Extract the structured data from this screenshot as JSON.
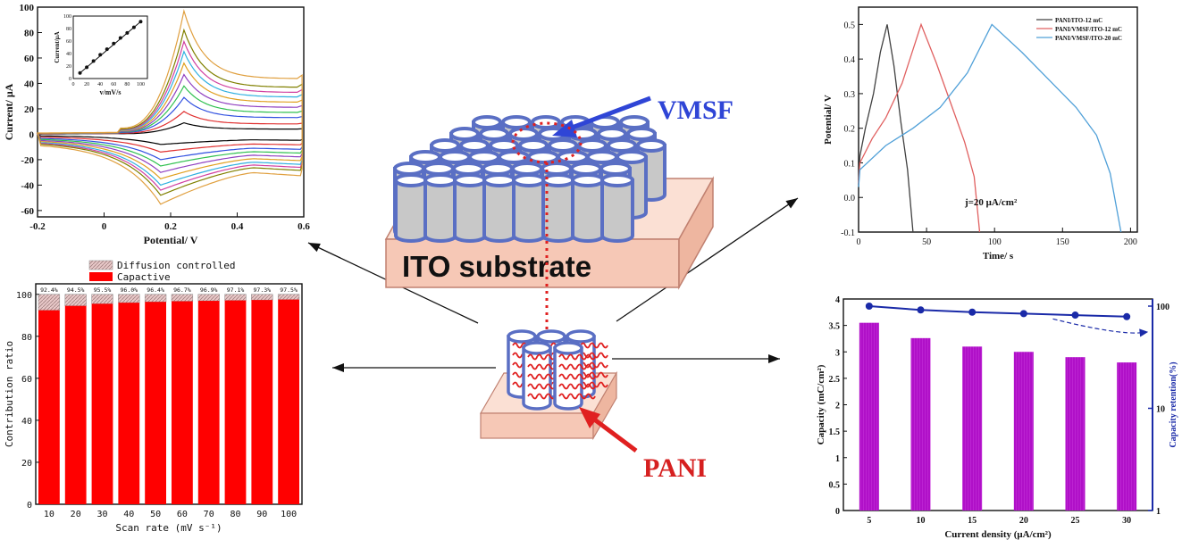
{
  "colors": {
    "cylinder_fill": "#c8c8c8",
    "cylinder_stroke": "#5a6fc4",
    "substrate": "#f6c8b6",
    "vmsf_text": "#2f45d6",
    "pani_text": "#d62020",
    "bar_red": "#ff0000",
    "bar_magenta": "#b010c8",
    "retention_line": "#1a2aa8",
    "gcd_series": [
      "#404040",
      "#e06060",
      "#50a0d8"
    ]
  },
  "center": {
    "vmsf_label": "VMSF",
    "ito_label": "ITO substrate",
    "pani_label": "PANI"
  },
  "chart_data": [
    {
      "id": "cv",
      "type": "line",
      "xlabel": "Potential/ V",
      "ylabel": "Current/ μA",
      "xlim": [
        -0.2,
        0.6
      ],
      "ylim": [
        -65,
        100
      ],
      "xticks": [
        -0.2,
        0,
        0.2,
        0.4,
        0.6
      ],
      "yticks": [
        -60,
        -40,
        -20,
        0,
        20,
        40,
        60,
        80,
        100
      ],
      "num_curves": 10,
      "peak_anodic": [
        9,
        18,
        29,
        38,
        47,
        56,
        65,
        73,
        82,
        97
      ],
      "peak_cathodic": [
        -8,
        -14,
        -20,
        -25,
        -30,
        -35,
        -40,
        -44,
        -48,
        -55
      ],
      "colors": [
        "#000000",
        "#e03030",
        "#3050e0",
        "#30c050",
        "#9040c0",
        "#e0a020",
        "#30b0e0",
        "#d040a0",
        "#808000",
        "#e0a040"
      ],
      "inset": {
        "type": "scatter",
        "xlabel": "v/mV/s",
        "ylabel": "Current/μA",
        "xlim": [
          0,
          110
        ],
        "ylim": [
          0,
          100
        ],
        "xticks": [
          0,
          20,
          40,
          60,
          80,
          100
        ],
        "yticks": [
          0,
          20,
          40,
          60,
          80,
          100
        ],
        "x": [
          10,
          20,
          30,
          40,
          50,
          60,
          70,
          80,
          90,
          100
        ],
        "y": [
          9,
          18,
          28,
          38,
          47,
          56,
          65,
          73,
          82,
          91
        ]
      }
    },
    {
      "id": "gcd",
      "type": "line",
      "xlabel": "Time/ s",
      "ylabel": "Potential/ V",
      "xlim": [
        0,
        205
      ],
      "ylim": [
        -0.1,
        0.55
      ],
      "xticks": [
        0,
        50,
        100,
        150,
        200
      ],
      "yticks": [
        -0.1,
        0.0,
        0.1,
        0.2,
        0.3,
        0.4,
        0.5
      ],
      "annotation": "j=20 μA/cm²",
      "legend_position": "top-right",
      "series": [
        {
          "name": "PANI/ITO-12 mC",
          "x": [
            0,
            1,
            5,
            11,
            16,
            21,
            26,
            31,
            36,
            40
          ],
          "y": [
            0.05,
            0.12,
            0.2,
            0.3,
            0.42,
            0.5,
            0.38,
            0.22,
            0.08,
            -0.1
          ]
        },
        {
          "name": "PANI/VMSF/ITO-12 mC",
          "x": [
            0,
            1,
            10,
            20,
            32,
            46,
            57,
            68,
            78,
            85,
            89
          ],
          "y": [
            0.04,
            0.1,
            0.17,
            0.23,
            0.33,
            0.5,
            0.39,
            0.27,
            0.16,
            0.06,
            -0.1
          ]
        },
        {
          "name": "PANI/VMSF/ITO-20 mC",
          "x": [
            0,
            1,
            20,
            40,
            60,
            80,
            98,
            120,
            140,
            160,
            175,
            185,
            193
          ],
          "y": [
            0.03,
            0.08,
            0.15,
            0.2,
            0.26,
            0.36,
            0.5,
            0.42,
            0.34,
            0.26,
            0.18,
            0.07,
            -0.1
          ]
        }
      ]
    },
    {
      "id": "contribution",
      "type": "bar",
      "xlabel": "Scan rate (mV s⁻¹)",
      "ylabel": "Contribution ratio",
      "ylim": [
        0,
        105
      ],
      "yticks": [
        0,
        20,
        40,
        60,
        80,
        100
      ],
      "categories": [
        "10",
        "20",
        "30",
        "40",
        "50",
        "60",
        "70",
        "80",
        "90",
        "100"
      ],
      "legend_position": "top",
      "series": [
        {
          "name": "Capactive",
          "values": [
            92.4,
            94.5,
            95.5,
            96.0,
            96.4,
            96.7,
            96.9,
            97.1,
            97.3,
            97.5
          ]
        },
        {
          "name": "Diffusion controlled",
          "values": [
            7.6,
            5.5,
            4.5,
            4.0,
            3.6,
            3.3,
            3.1,
            2.9,
            2.7,
            2.5
          ]
        }
      ],
      "data_labels": [
        "92.4%",
        "94.5%",
        "95.5%",
        "96.0%",
        "96.4%",
        "96.7%",
        "96.9%",
        "97.1%",
        "97.3%",
        "97.5%"
      ]
    },
    {
      "id": "capacity",
      "type": "bar",
      "xlabel": "Current density (μA/cm²)",
      "ylabel": "Capacity (mC/cm²)",
      "y2label": "Capacity retention(%)",
      "ylim": [
        0,
        4
      ],
      "yticks": [
        0,
        0.5,
        1,
        1.5,
        2,
        2.5,
        3,
        3.5,
        4
      ],
      "y2_scale": "log",
      "y2lim": [
        1,
        100
      ],
      "y2ticks": [
        1,
        10,
        100
      ],
      "categories": [
        "5",
        "10",
        "15",
        "20",
        "25",
        "30"
      ],
      "values": [
        3.55,
        3.26,
        3.1,
        3.0,
        2.9,
        2.8
      ],
      "retention": [
        100,
        91.8,
        87.3,
        84.5,
        81.7,
        78.9
      ]
    }
  ]
}
